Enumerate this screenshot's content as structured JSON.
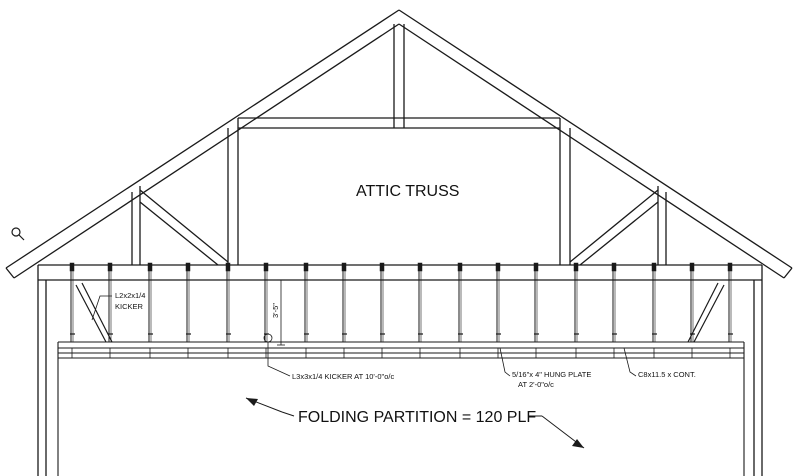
{
  "labels": {
    "title": "ATTIC TRUSS",
    "kicker_small": "L2x2x1/4",
    "kicker_small_2": "KICKER",
    "dimension": "3'-5\"",
    "kicker_large": "L3x3x1/4 KICKER AT 10'-0\"o/c",
    "hung_plate": "5/16\"x 4\" HUNG PLATE",
    "hung_plate_2": "AT 2'-0\"o/c",
    "channel": "C8x11.5 x CONT.",
    "partition": "FOLDING PARTITION = 120 PLF"
  },
  "icons": {
    "zoom": "magnifier-icon"
  },
  "colors": {
    "line": "#1a1a1a",
    "background": "#ffffff"
  }
}
